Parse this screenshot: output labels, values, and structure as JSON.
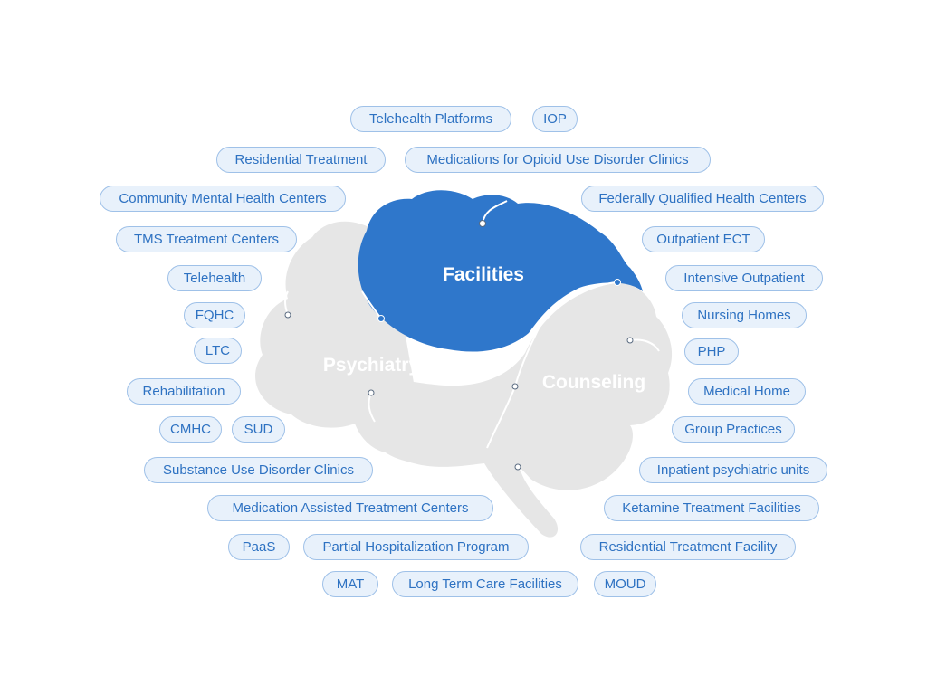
{
  "brain": {
    "psychiatry": "Psychiatry",
    "facilities": "Facilities",
    "counseling": "Counseling"
  },
  "colors": {
    "brain_gray": "#e6e6e6",
    "brain_blue": "#2f77cb",
    "tag_border": "#9fc1e8",
    "tag_fill": "#e8f1fb",
    "tag_text": "#2e72c2"
  },
  "tags": [
    "Telehealth Platforms",
    "IOP",
    "Residential Treatment",
    "Medications for Opioid Use Disorder Clinics",
    "Community Mental Health Centers",
    "Federally Qualified Health Centers",
    "TMS Treatment Centers",
    "Outpatient ECT",
    "Telehealth",
    "Intensive Outpatient",
    "FQHC",
    "Nursing Homes",
    "LTC",
    "PHP",
    "Rehabilitation",
    "Medical Home",
    "CMHC",
    "SUD",
    "Group Practices",
    "Substance Use Disorder Clinics",
    "Inpatient psychiatric units",
    "Medication Assisted Treatment Centers",
    "Ketamine Treatment Facilities",
    "PaaS",
    "Partial Hospitalization Program",
    "Residential Treatment Facility",
    "MAT",
    "Long Term Care Facilities",
    "MOUD"
  ]
}
